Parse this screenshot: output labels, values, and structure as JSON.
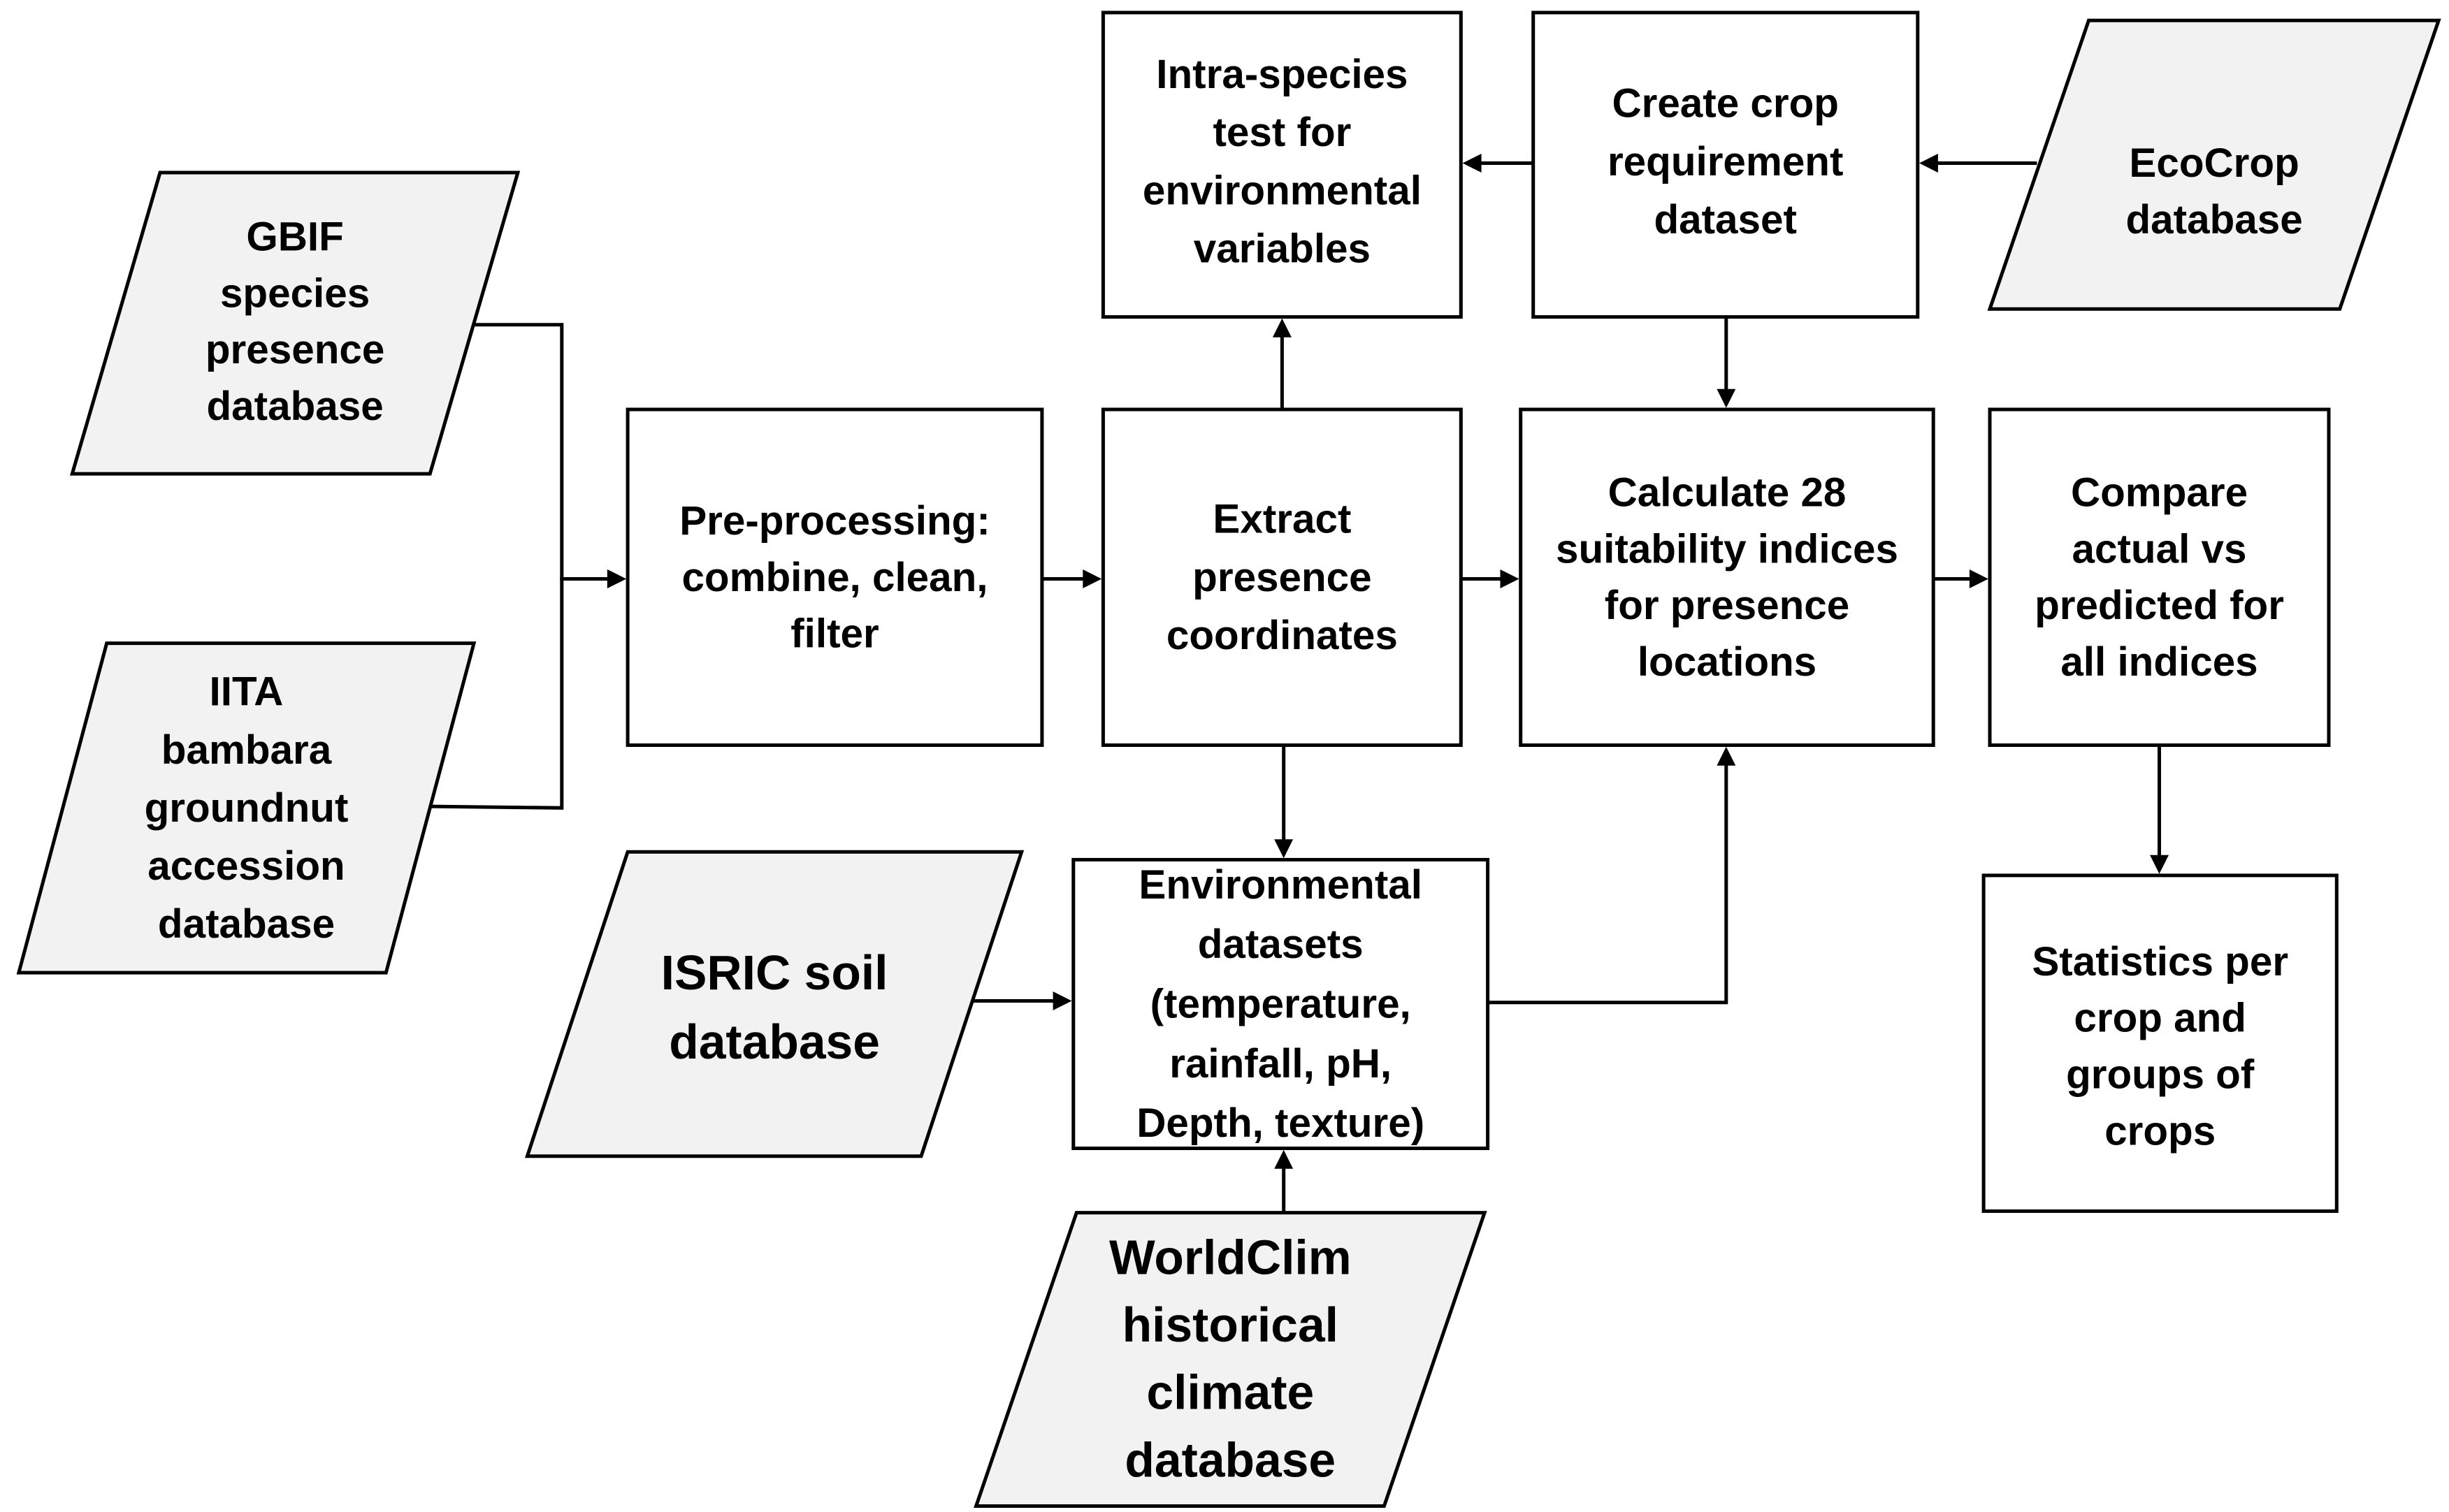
{
  "colors": {
    "stroke": "#000000",
    "process_fill": "#ffffff",
    "data_fill": "#f2f2f2",
    "text": "#000000"
  },
  "nodes": [
    {
      "id": "gbif",
      "shape": "data",
      "lines": [
        "GBIF",
        "species",
        "presence",
        "database"
      ]
    },
    {
      "id": "iita",
      "shape": "data",
      "lines": [
        "IITA",
        "bambara",
        "groundnut",
        "accession",
        "database"
      ]
    },
    {
      "id": "isric",
      "shape": "data",
      "lines": [
        "ISRIC soil",
        "database"
      ]
    },
    {
      "id": "worldclim",
      "shape": "data",
      "lines": [
        "WorldClim",
        "historical",
        "climate",
        "database"
      ]
    },
    {
      "id": "ecocrop",
      "shape": "data",
      "lines": [
        "EcoCrop",
        "database"
      ]
    },
    {
      "id": "preprocessing",
      "shape": "process",
      "lines": [
        "Pre-processing:",
        "combine, clean,",
        "filter"
      ]
    },
    {
      "id": "extract",
      "shape": "process",
      "lines": [
        "Extract",
        "presence",
        "coordinates"
      ]
    },
    {
      "id": "intra",
      "shape": "process",
      "lines": [
        "Intra-species",
        "test for",
        "environmental",
        "variables"
      ]
    },
    {
      "id": "create",
      "shape": "process",
      "lines": [
        "Create crop",
        "requirement",
        "dataset"
      ]
    },
    {
      "id": "calculate",
      "shape": "process",
      "lines": [
        "Calculate 28",
        "suitability indices",
        "for presence",
        "locations"
      ]
    },
    {
      "id": "compare",
      "shape": "process",
      "lines": [
        "Compare",
        "actual vs",
        "predicted for",
        "all indices"
      ]
    },
    {
      "id": "environmental",
      "shape": "process",
      "lines": [
        "Environmental",
        "datasets",
        "(temperature,",
        "rainfall, pH,",
        "Depth, texture)"
      ]
    },
    {
      "id": "statistics",
      "shape": "process",
      "lines": [
        "Statistics per",
        "crop and",
        "groups of",
        "crops"
      ]
    }
  ],
  "edges": [
    {
      "from": "gbif",
      "to": "preprocessing"
    },
    {
      "from": "iita",
      "to": "preprocessing"
    },
    {
      "from": "preprocessing",
      "to": "extract"
    },
    {
      "from": "extract",
      "to": "intra"
    },
    {
      "from": "extract",
      "to": "calculate"
    },
    {
      "from": "extract",
      "to": "environmental"
    },
    {
      "from": "ecocrop",
      "to": "create"
    },
    {
      "from": "create",
      "to": "intra"
    },
    {
      "from": "create",
      "to": "calculate"
    },
    {
      "from": "calculate",
      "to": "compare"
    },
    {
      "from": "compare",
      "to": "statistics"
    },
    {
      "from": "isric",
      "to": "environmental"
    },
    {
      "from": "worldclim",
      "to": "environmental"
    },
    {
      "from": "environmental",
      "to": "calculate"
    }
  ]
}
